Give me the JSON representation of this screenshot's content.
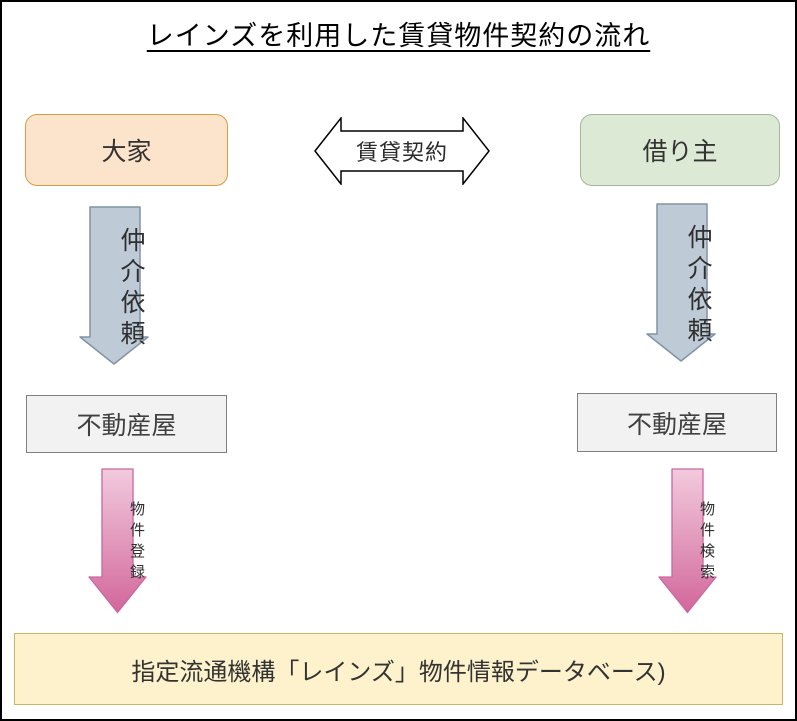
{
  "title": "レインズを利用した賃貸物件契約の流れ",
  "nodes": {
    "owner": {
      "label": "大家"
    },
    "tenant": {
      "label": "借り主"
    },
    "contract": {
      "label": "賃貸契約"
    },
    "broker_left": {
      "label": "仲介依頼"
    },
    "broker_right": {
      "label": "仲介依頼"
    },
    "agent_left": {
      "label": "不動産屋"
    },
    "agent_right": {
      "label": "不動産屋"
    },
    "register": {
      "label": "物件登録"
    },
    "search": {
      "label": "物件検索"
    },
    "database": {
      "label": "指定流通機構「レインズ」物件情報データベース)"
    }
  },
  "colors": {
    "owner_fill": "#FCE4CC",
    "owner_border": "#D99C3E",
    "tenant_fill": "#DCE9D4",
    "tenant_border": "#A3B79A",
    "blue_fill": "#BECBD6",
    "blue_border": "#8093A5",
    "pink_top": "#F2CADD",
    "pink_bottom": "#D2679B",
    "pink_border": "#C9679F",
    "agent_fill": "#F2F2F2",
    "agent_border": "#7F7F7F",
    "db_fill": "#FDF2CC",
    "db_border": "#C9B468"
  }
}
